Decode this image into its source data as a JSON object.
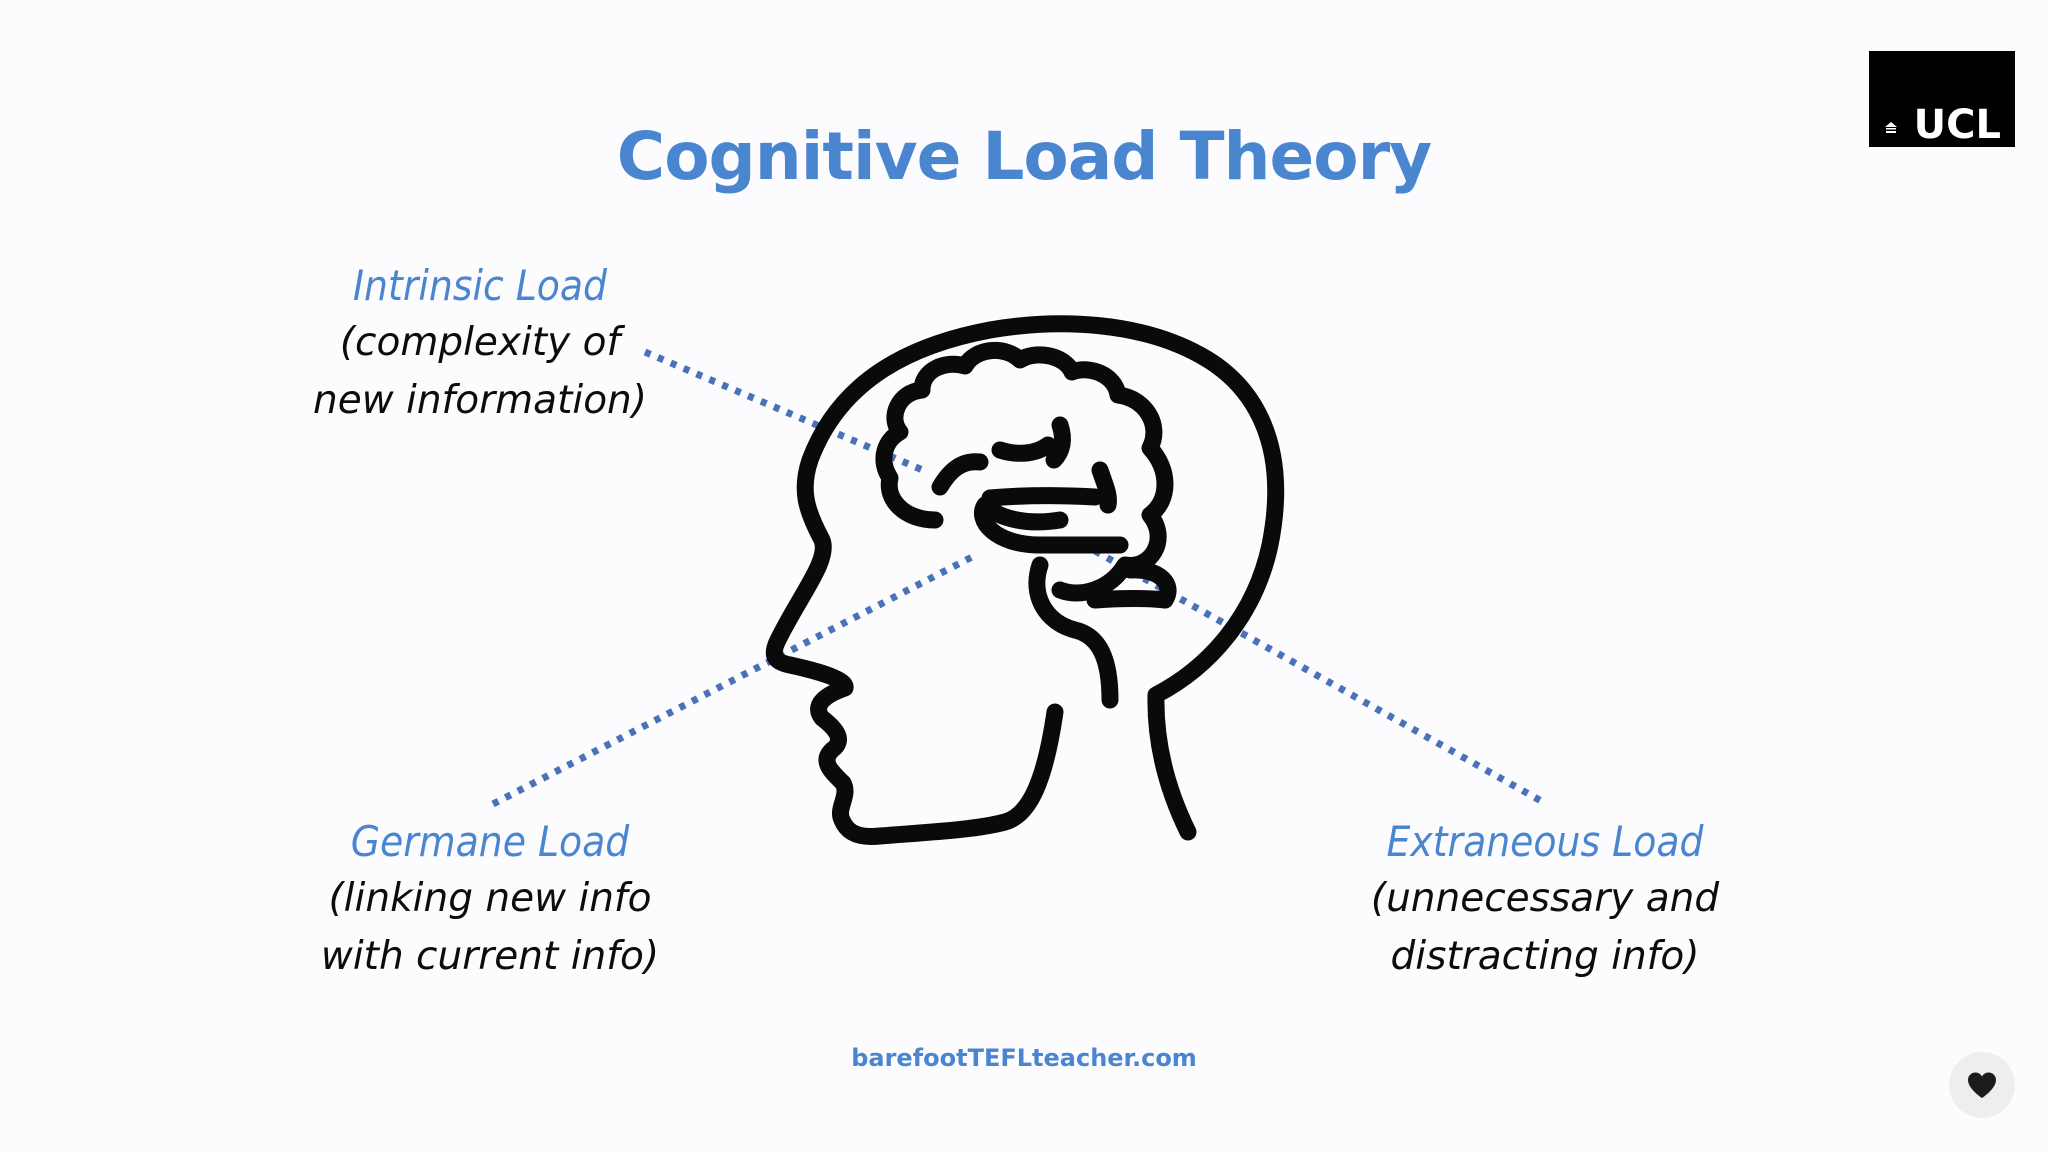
{
  "title": "Cognitive Load Theory",
  "loads": {
    "intrinsic": {
      "title": "Intrinsic Load",
      "description": "(complexity of\nnew information)"
    },
    "germane": {
      "title": "Germane Load",
      "description": "(linking new info\nwith current info)"
    },
    "extraneous": {
      "title": "Extraneous Load",
      "description": "(unnecessary and\ndistracting info)"
    }
  },
  "footer": "barefootTEFLteacher.com",
  "logo": {
    "text": "UCL"
  },
  "icons": {
    "head": "head-with-brain-icon",
    "like": "heart-icon"
  },
  "colors": {
    "accent": "#4a86d0",
    "text": "#0c0c0c",
    "dotted_line": "#4a72b8",
    "background": "#fcfcfe"
  }
}
